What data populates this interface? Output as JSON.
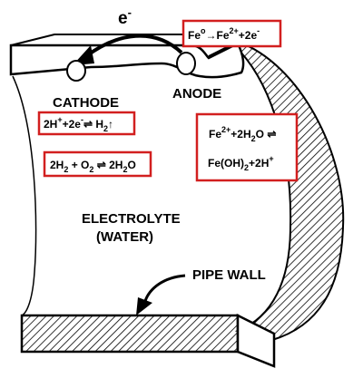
{
  "electron": "e",
  "electron_sup": "-",
  "labels": {
    "cathode": "CATHODE",
    "anode": "ANODE",
    "electrolyte_1": "ELECTROLYTE",
    "electrolyte_2": "(WATER)",
    "pipe_wall": "PIPE WALL"
  },
  "equations": {
    "anode": [
      "Fe",
      "o",
      "→Fe",
      "2+",
      "+2e",
      "-"
    ],
    "cathode": [
      "2H",
      "+",
      "+2e",
      "-",
      "⇌ H",
      "2",
      "↑"
    ],
    "oxygen": [
      "2H",
      "2",
      " + O",
      "2",
      " ⇌ 2H",
      "2",
      "O"
    ],
    "iron_line1": [
      "Fe",
      "2+",
      "+2H",
      "2",
      "O ⇌"
    ],
    "iron_line2": [
      "Fe(OH)",
      "2",
      "+2H",
      "+"
    ]
  },
  "colors": {
    "box_border": "#d21f1f",
    "ink": "#000000"
  }
}
